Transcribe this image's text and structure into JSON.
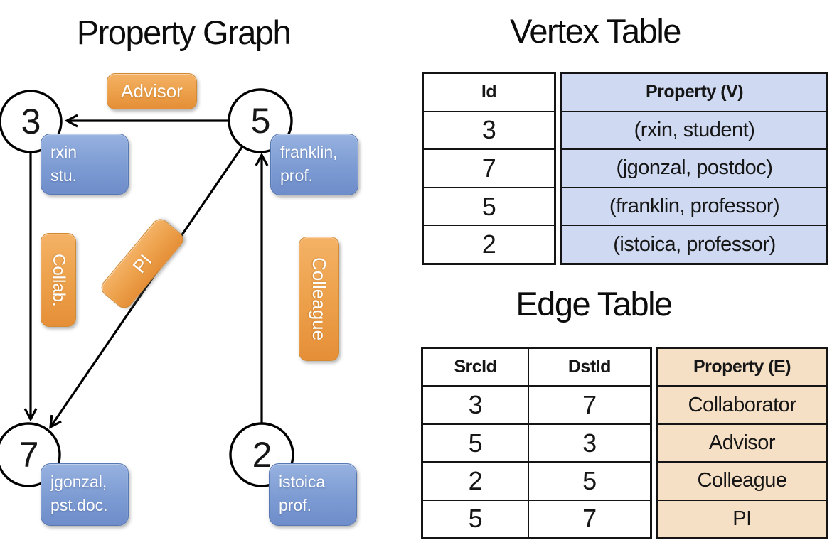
{
  "slide": {
    "graph_title": "Property Graph",
    "vertex_table_title": "Vertex Table",
    "edge_table_title": "Edge Table"
  },
  "graph": {
    "nodes": [
      {
        "id": "3",
        "property_line1": "rxin",
        "property_line2": "stu."
      },
      {
        "id": "5",
        "property_line1": "franklin,",
        "property_line2": "prof."
      },
      {
        "id": "7",
        "property_line1": "jgonzal,",
        "property_line2": "pst.doc."
      },
      {
        "id": "2",
        "property_line1": "istoica",
        "property_line2": "prof."
      }
    ],
    "edges": [
      {
        "label": "Advisor",
        "src": "5",
        "dst": "3"
      },
      {
        "label": "Collab.",
        "src": "3",
        "dst": "7"
      },
      {
        "label": "PI",
        "src": "5",
        "dst": "7"
      },
      {
        "label": "Colleague",
        "src": "2",
        "dst": "5"
      }
    ]
  },
  "vertex_table": {
    "columns": [
      "Id",
      "Property (V)"
    ],
    "rows": [
      [
        "3",
        "(rxin, student)"
      ],
      [
        "7",
        "(jgonzal, postdoc)"
      ],
      [
        "5",
        "(franklin, professor)"
      ],
      [
        "2",
        "(istoica, professor)"
      ]
    ]
  },
  "edge_table": {
    "columns": [
      "SrcId",
      "DstId",
      "Property (E)"
    ],
    "rows": [
      [
        "3",
        "7",
        "Collaborator"
      ],
      [
        "5",
        "3",
        "Advisor"
      ],
      [
        "2",
        "5",
        "Colleague"
      ],
      [
        "5",
        "7",
        "PI"
      ]
    ]
  },
  "colors": {
    "edge_label_orange": "#EDA14B",
    "vertex_label_blue": "#7D9BD3",
    "vertex_table_fill": "#CFDAF2",
    "edge_table_fill": "#F5DFC5",
    "line_color": "#000000",
    "text_on_labels": "#FFFFFF"
  }
}
